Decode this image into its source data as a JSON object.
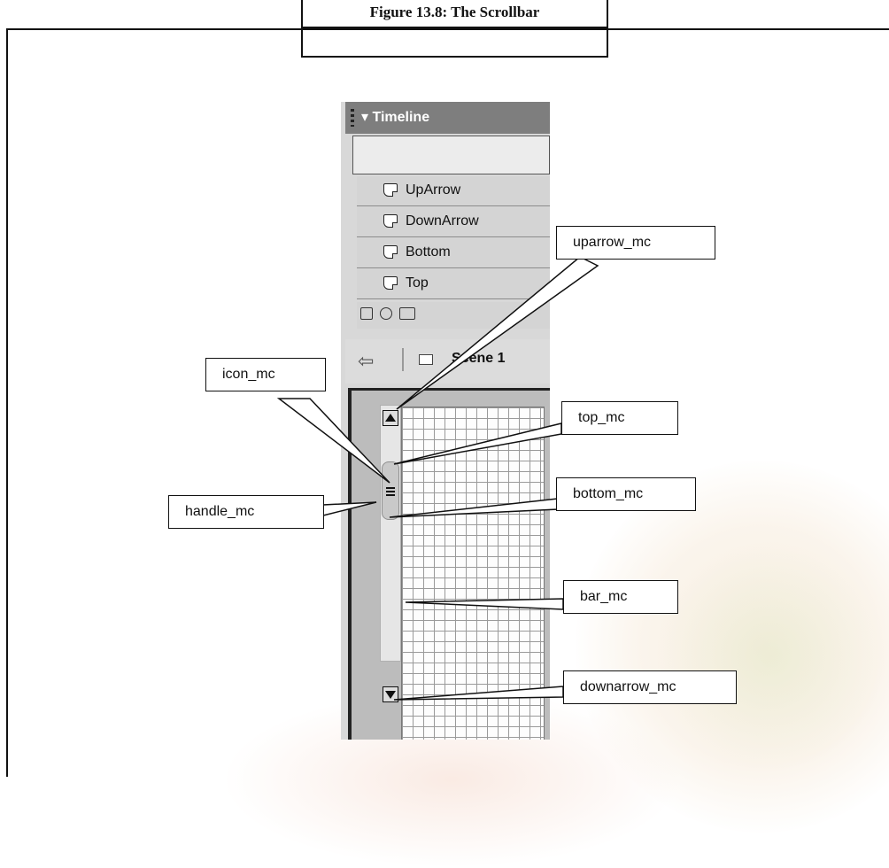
{
  "figure": {
    "caption": "Figure 13.8: The Scrollbar"
  },
  "timeline": {
    "title": "Timeline",
    "layers": [
      "UpArrow",
      "DownArrow",
      "Bottom",
      "Top"
    ],
    "scene_name": "Scene 1"
  },
  "callouts": {
    "uparrow": "uparrow_mc",
    "icon": "icon_mc",
    "top": "top_mc",
    "handle": "handle_mc",
    "bottom": "bottom_mc",
    "bar": "bar_mc",
    "downarrow": "downarrow_mc"
  },
  "icons": {
    "layer": "layer-icon",
    "scene": "clapperboard-icon",
    "back": "back-arrow-icon",
    "add_layer": "add-layer-icon",
    "add_guide": "add-guide-icon",
    "add_folder": "add-folder-icon"
  }
}
